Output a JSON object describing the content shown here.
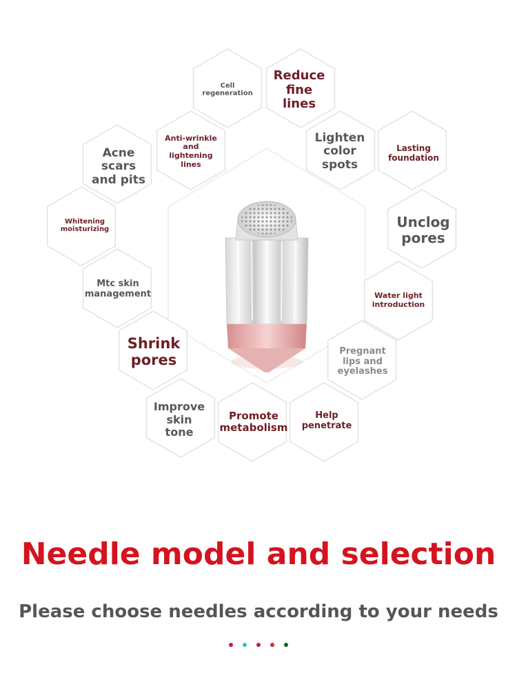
{
  "hexagons": [
    {
      "text": "Cell\nregeneration",
      "tone": "gray"
    },
    {
      "text": "Reduce\nfine\nlines",
      "tone": "red"
    },
    {
      "text": "Anti-wrinkle\nand\nlightening\nlines",
      "tone": "red"
    },
    {
      "text": "Lighten\ncolor\nspots",
      "tone": "gray"
    },
    {
      "text": "Lasting\nfoundation",
      "tone": "red"
    },
    {
      "text": "Acne\nscars\nand pits",
      "tone": "gray"
    },
    {
      "text": "Unclog\npores",
      "tone": "gray"
    },
    {
      "text": "Whitening\nmoisturizing",
      "tone": "red"
    },
    {
      "text": "Mtc skin\nmanagement",
      "tone": "gray"
    },
    {
      "text": "Water light\nintroduction",
      "tone": "red"
    },
    {
      "text": "Shrink\npores",
      "tone": "red"
    },
    {
      "text": "Pregnant\nlips and\neyelashes",
      "tone": "light"
    },
    {
      "text": "Improve\nskin\ntone",
      "tone": "gray"
    },
    {
      "text": "Promote\nmetabolism",
      "tone": "red"
    },
    {
      "text": "Help\npenetrate",
      "tone": "red"
    }
  ],
  "heading": "Needle model and selection",
  "subheading": "Please choose needles according to your needs",
  "colors": {
    "heading": "#d3141f",
    "subheading": "#555555",
    "label_red": "#6e1f25",
    "label_gray": "#575757",
    "hex_stroke": "#e2e2e2",
    "cartridge_pink": "#e9a9a9"
  },
  "dot_colors": [
    "#c2185b",
    "#26c6da",
    "#c2185b",
    "#d32f2f",
    "#1b5e20"
  ]
}
